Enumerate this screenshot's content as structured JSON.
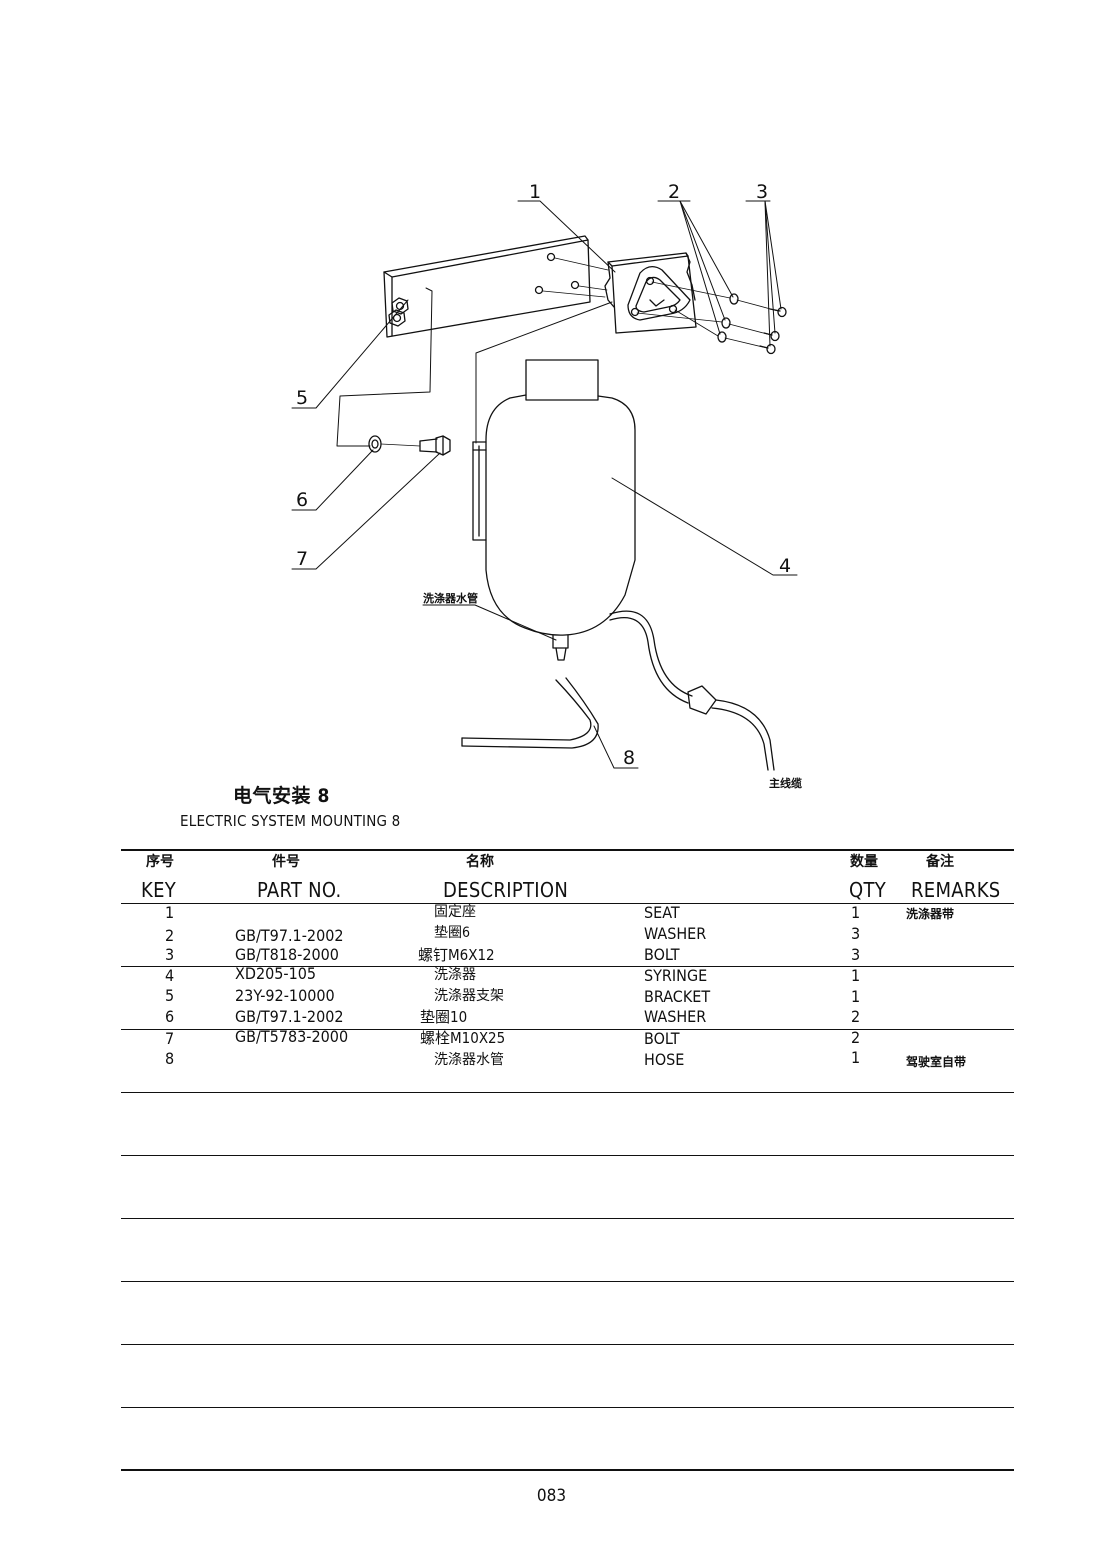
{
  "diagram": {
    "callouts": [
      "1",
      "2",
      "3",
      "4",
      "5",
      "6",
      "7",
      "8"
    ],
    "label_hose_cn": "洗涤器水管",
    "label_cable_cn": "主线缆"
  },
  "title": {
    "cn": "电气安装 8",
    "en": "ELECTRIC SYSTEM MOUNTING 8"
  },
  "table": {
    "headers": {
      "key": {
        "cn": "序号",
        "en": "KEY"
      },
      "part": {
        "cn": "件号",
        "en": "PART NO."
      },
      "desc": {
        "cn": "名称",
        "en": "DESCRIPTION"
      },
      "qty": {
        "cn": "数量",
        "en": "QTY"
      },
      "remarks": {
        "cn": "备注",
        "en": "REMARKS"
      }
    },
    "rows": [
      {
        "key": "1",
        "part": "",
        "name_cn": "固定座",
        "name_en": "SEAT",
        "qty": "1",
        "remarks": "洗涤器带"
      },
      {
        "key": "2",
        "part": "GB/T97.1-2002",
        "name_cn": "垫圈6",
        "name_en": "WASHER",
        "qty": "3",
        "remarks": ""
      },
      {
        "key": "3",
        "part": "GB/T818-2000",
        "name_cn": "螺钉M6X12",
        "name_en": "BOLT",
        "qty": "3",
        "remarks": ""
      },
      {
        "key": "4",
        "part": "XD205-105",
        "name_cn": "洗涤器",
        "name_en": "SYRINGE",
        "qty": "1",
        "remarks": ""
      },
      {
        "key": "5",
        "part": "23Y-92-10000",
        "name_cn": "洗涤器支架",
        "name_en": "BRACKET",
        "qty": "1",
        "remarks": ""
      },
      {
        "key": "6",
        "part": "GB/T97.1-2002",
        "name_cn": "垫圈10",
        "name_en": "WASHER",
        "qty": "2",
        "remarks": ""
      },
      {
        "key": "7",
        "part": "GB/T5783-2000",
        "name_cn": "螺栓M10X25",
        "name_en": "BOLT",
        "qty": "2",
        "remarks": ""
      },
      {
        "key": "8",
        "part": "",
        "name_cn": "洗涤器水管",
        "name_en": "HOSE",
        "qty": "1",
        "remarks": "驾驶室自带"
      }
    ]
  },
  "page_number": "083"
}
